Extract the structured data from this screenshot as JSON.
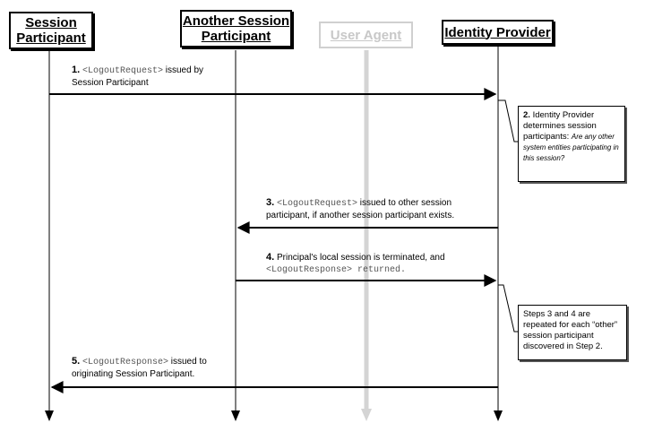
{
  "actors": {
    "session_participant": [
      "Session",
      "Participant"
    ],
    "another_session_participant": [
      "Another Session",
      "Participant"
    ],
    "user_agent": [
      "User Agent"
    ],
    "identity_provider": [
      "Identity Provider"
    ]
  },
  "steps": {
    "s1": {
      "num": "1.",
      "code": "<LogoutRequest>",
      "text_a": " issued by",
      "text_b": "Session Participant"
    },
    "s2": {
      "num": "2.",
      "text_a": " Identity Provider determines session participants: ",
      "italic": "Are any other system entities participating in this session?"
    },
    "s3": {
      "num": "3.",
      "code": "<LogoutRequest>",
      "text_a": " issued to other session",
      "text_b": "participant, if another session participant exists."
    },
    "s4": {
      "num": "4.",
      "text_a": " Principal's local session is terminated, and",
      "code": "<LogoutResponse> returned."
    },
    "s5": {
      "num": "5.",
      "code": "<LogoutResponse>",
      "text_a": " issued to",
      "text_b": "originating Session Participant."
    },
    "note_repeat": "Steps 3 and 4 are repeated for each “other” session participant discovered in Step 2."
  }
}
